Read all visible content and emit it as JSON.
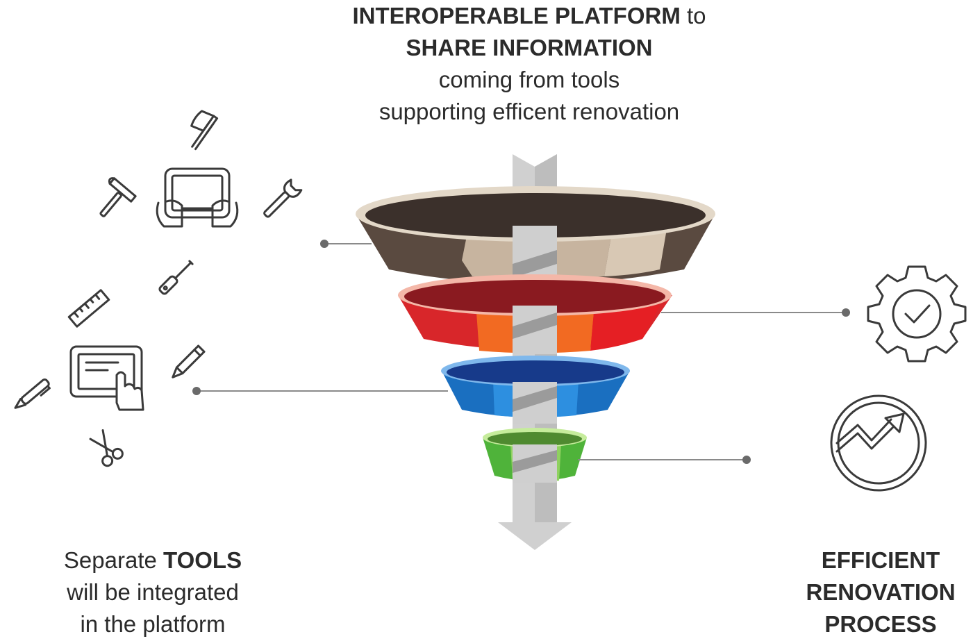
{
  "header": {
    "line1_bold": "INTEROPERABLE PLATFORM",
    "line1_rest": " to",
    "line2_bold": "SHARE INFORMATION",
    "line3": "coming from tools",
    "line4": "supporting efficent renovation"
  },
  "left_caption": {
    "prefix": "Separate ",
    "bold": "TOOLS",
    "line2": "will be integrated",
    "line3": "in the platform"
  },
  "right_caption": {
    "line1": "EFFICIENT",
    "line2": "RENOVATION",
    "line3": "PROCESS"
  },
  "icons": [
    "axe-icon",
    "hammer-icon",
    "tablet-hands-icon",
    "wrench-icon",
    "screwdriver-icon",
    "ruler-icon",
    "touchscreen-icon",
    "pencil-icon",
    "pen-icon",
    "scissors-icon",
    "gear-check-icon",
    "growth-chart-icon"
  ],
  "colors": {
    "tier1": "#5a4a40",
    "tier1_light": "#c7b49f",
    "tier2": "#d8262a",
    "tier2_light": "#f26a22",
    "tier3": "#1a6fc0",
    "tier3_light": "#2d8fe0",
    "tier4": "#4fb33a",
    "tier4_light": "#8fd160",
    "arrow": "#d0d0d0",
    "icons": "#3a3a3a"
  }
}
